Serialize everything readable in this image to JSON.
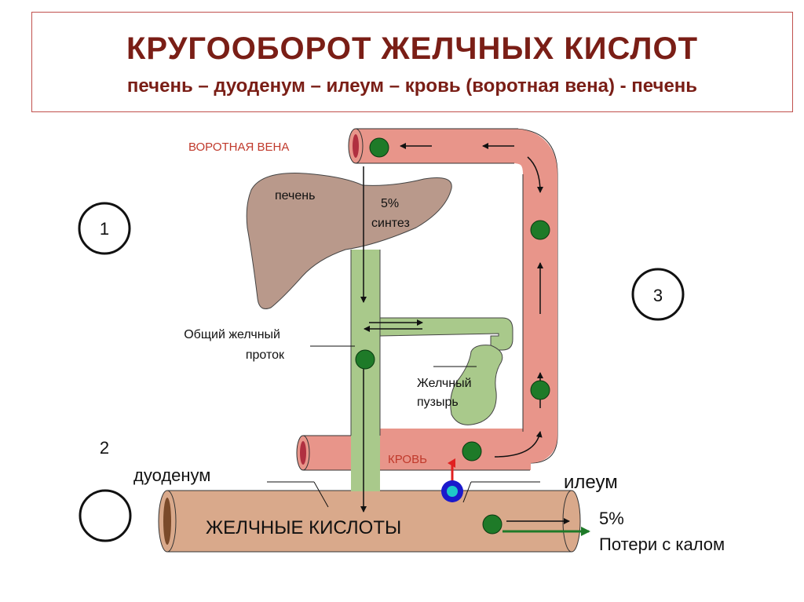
{
  "title": {
    "main": "КРУГООБОРОТ ЖЕЛЧНЫХ КИСЛОТ",
    "subtitle": "печень – дуоденум – илеум – кровь (воротная вена) - печень"
  },
  "labels": {
    "portal_vein": "ВОРОТНАЯ ВЕНА",
    "liver": "печень",
    "synthesis_percent": "5%",
    "synthesis": "синтез",
    "common_duct_line1": "Общий желчный",
    "common_duct_line2": "проток",
    "gallbladder_line1": "Желчный",
    "gallbladder_line2": "пузырь",
    "blood": "КРОВЬ",
    "duodenum": "дуоденум",
    "ileum": "илеум",
    "bile_acids": "ЖЕЛЧНЫЕ КИСЛОТЫ",
    "loss_percent": "5%",
    "loss": "Потери с калом"
  },
  "step_markers": {
    "one": "1",
    "two": "2",
    "three": "3"
  },
  "colors": {
    "title_text": "#7a1e16",
    "title_border": "#c0504d",
    "liver": "#b9998b",
    "bile_duct": "#a9c98b",
    "vein": "#e8958a",
    "intestine": "#d9a98b",
    "bile_acid_dot": "#1e7a28",
    "label_red": "#c0392b",
    "loss_arrow": "#1e7a28",
    "transporter_outer": "#1a1acc",
    "transporter_inner": "#1ec8c8",
    "transporter_arrow": "#e02020"
  }
}
